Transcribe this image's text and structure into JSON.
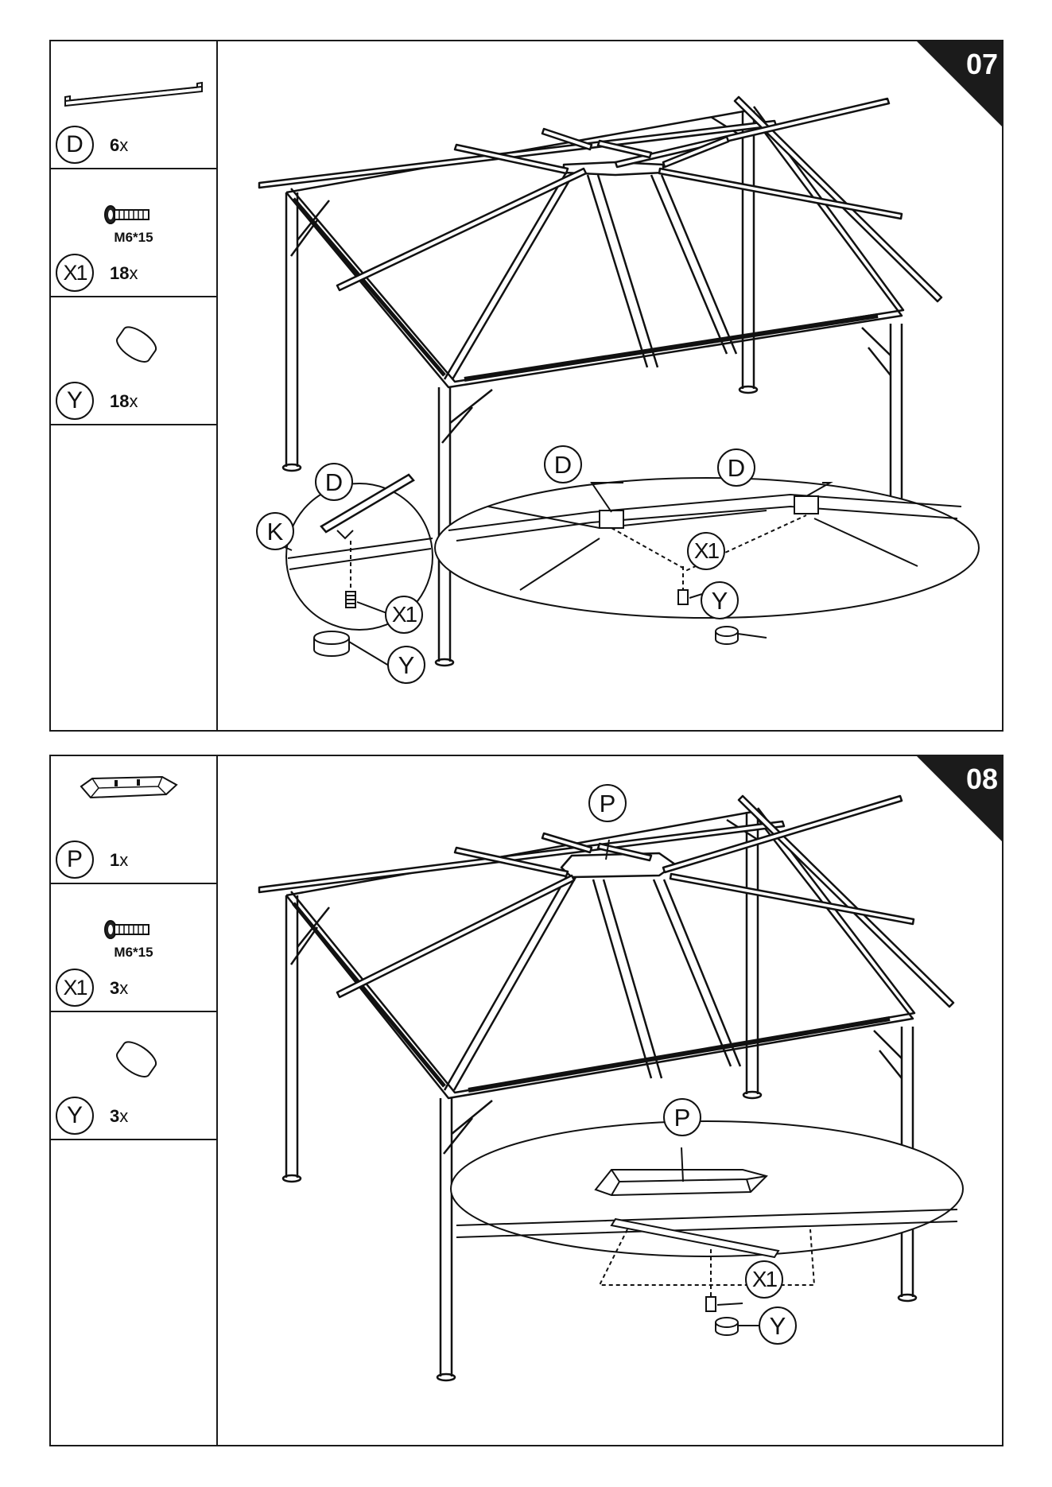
{
  "steps": [
    {
      "number": "07",
      "parts": [
        {
          "label": "D",
          "qty": "6",
          "unit": "x",
          "icon": "rail-bar-icon"
        },
        {
          "label": "X1",
          "qty": "18",
          "unit": "x",
          "spec": "M6*15",
          "icon": "bolt-icon"
        },
        {
          "label": "Y",
          "qty": "18",
          "unit": "x",
          "icon": "cap-washer-icon"
        }
      ],
      "callouts": {
        "d_left": "D",
        "k": "K",
        "x1_left": "X1",
        "y_left": "Y",
        "d_top_a": "D",
        "d_top_b": "D",
        "x1_right": "X1",
        "y_right": "Y"
      }
    },
    {
      "number": "08",
      "parts": [
        {
          "label": "P",
          "qty": "1",
          "unit": "x",
          "icon": "roof-plate-icon"
        },
        {
          "label": "X1",
          "qty": "3",
          "unit": "x",
          "spec": "M6*15",
          "icon": "bolt-icon"
        },
        {
          "label": "Y",
          "qty": "3",
          "unit": "x",
          "icon": "cap-washer-icon"
        }
      ],
      "callouts": {
        "p_top": "P",
        "p_detail": "P",
        "x1": "X1",
        "y": "Y"
      }
    }
  ]
}
